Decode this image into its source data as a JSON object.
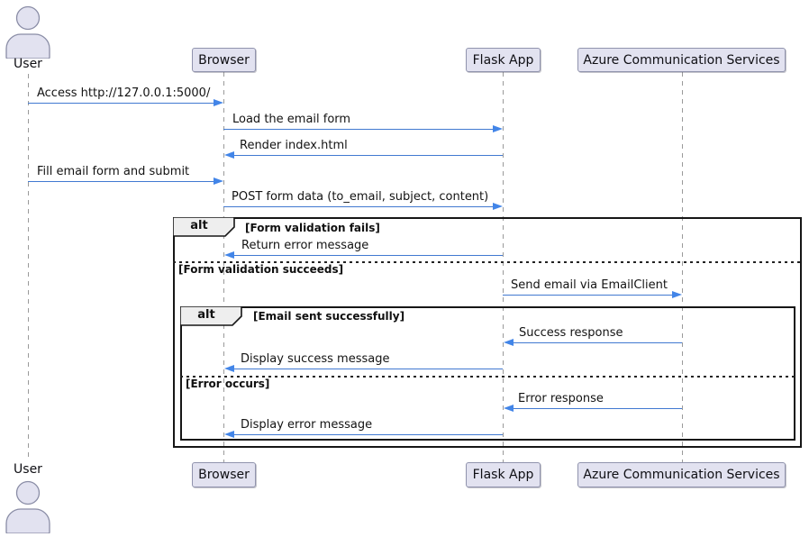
{
  "participants": {
    "user": {
      "label": "User"
    },
    "browser": {
      "label": "Browser"
    },
    "flask": {
      "label": "Flask App"
    },
    "azure": {
      "label": "Azure Communication Services"
    }
  },
  "messages": [
    {
      "label": "Access http://127.0.0.1:5000/",
      "from": "User",
      "to": "Browser"
    },
    {
      "label": "Load the email form",
      "from": "Browser",
      "to": "Flask App"
    },
    {
      "label": "Render index.html",
      "from": "Flask App",
      "to": "Browser"
    },
    {
      "label": "Fill email form and submit",
      "from": "User",
      "to": "Browser"
    },
    {
      "label": "POST form data (to_email, subject, content)",
      "from": "Browser",
      "to": "Flask App"
    },
    {
      "label": "Return error message",
      "from": "Flask App",
      "to": "Browser"
    },
    {
      "label": "Send email via EmailClient",
      "from": "Flask App",
      "to": "Azure Communication Services"
    },
    {
      "label": "Success response",
      "from": "Azure Communication Services",
      "to": "Flask App"
    },
    {
      "label": "Display success message",
      "from": "Flask App",
      "to": "Browser"
    },
    {
      "label": "Error response",
      "from": "Azure Communication Services",
      "to": "Flask App"
    },
    {
      "label": "Display error message",
      "from": "Flask App",
      "to": "Browser"
    }
  ],
  "frames": {
    "outer": {
      "operator": "alt",
      "guard_primary": "[Form validation fails]",
      "guard_else": "[Form validation succeeds]"
    },
    "inner": {
      "operator": "alt",
      "guard_primary": "[Email sent successfully]",
      "guard_else": "[Error occurs]"
    }
  },
  "colors": {
    "participant_fill": "#E2E2F0",
    "participant_border": "#9093AD",
    "arrow": "#4179D1",
    "frame_border": "#161616",
    "lifeline": "#9A9A9A",
    "tab_fill": "#EEEEEE"
  }
}
